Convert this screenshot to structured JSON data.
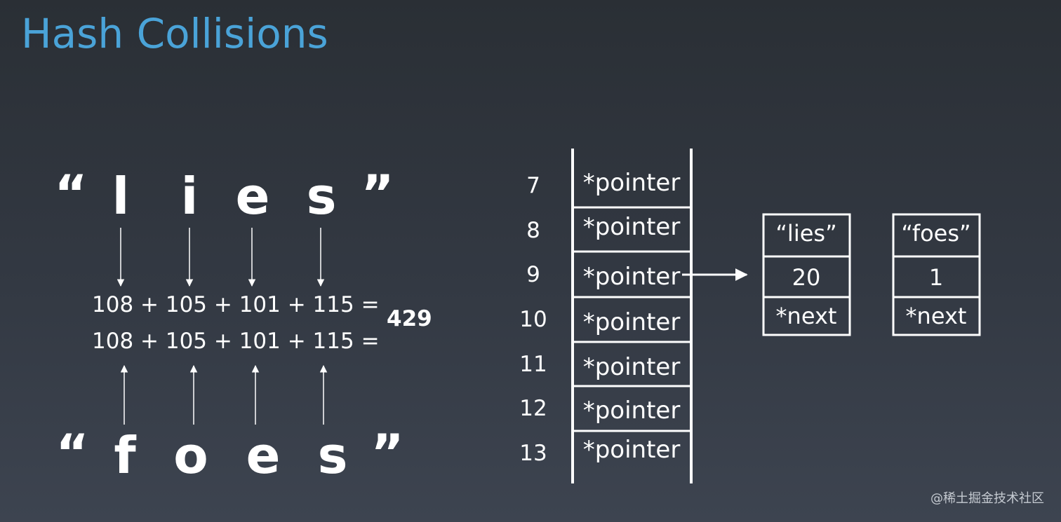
{
  "title": "Hash Collisions",
  "word_top": {
    "open_quote": "“",
    "chars": [
      "l",
      "i",
      "e",
      "s"
    ],
    "close_quote": "”"
  },
  "word_bottom": {
    "open_quote": "“",
    "chars": [
      "f",
      "o",
      "e",
      "s"
    ],
    "close_quote": "”"
  },
  "sum_line_top": "108 + 105 + 101 + 115 =",
  "sum_line_bottom": "108 + 105 + 101 + 115 =",
  "sum_result": "429",
  "table": {
    "indices": [
      "7",
      "8",
      "9",
      "10",
      "11",
      "12",
      "13"
    ],
    "cells": [
      "*pointer",
      "*pointer",
      "*pointer",
      "*pointer",
      "*pointer",
      "*pointer",
      "*pointer"
    ]
  },
  "nodes": [
    {
      "key": "“lies”",
      "value": "20",
      "next": "*next"
    },
    {
      "key": "“foes”",
      "value": "1",
      "next": "*next"
    }
  ],
  "watermark": "@稀土掘金技术社区"
}
